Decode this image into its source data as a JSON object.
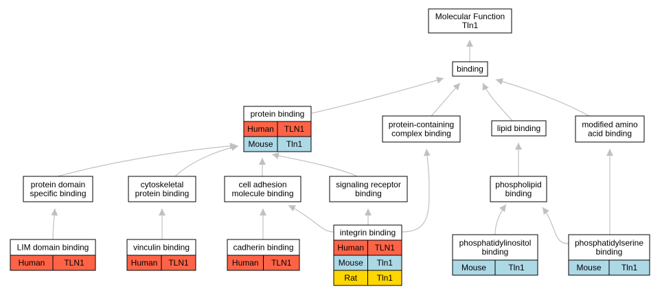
{
  "colors": {
    "edge": "#c0c0c0",
    "human": "#ff6347",
    "mouse": "#add8e6",
    "rat": "#ffd700",
    "node_fill": "#ffffff",
    "node_stroke": "#000000"
  },
  "nodes": [
    {
      "id": "mf",
      "lines": [
        "Molecular Function",
        "Tln1"
      ],
      "rows": []
    },
    {
      "id": "binding",
      "lines": [
        "binding"
      ],
      "rows": []
    },
    {
      "id": "protein_binding",
      "lines": [
        "protein binding"
      ],
      "rows": [
        [
          "Human",
          "TLN1"
        ],
        [
          "Mouse",
          "Tln1"
        ]
      ]
    },
    {
      "id": "complex_binding",
      "lines": [
        "protein-containing",
        "complex binding"
      ],
      "rows": []
    },
    {
      "id": "lipid_binding",
      "lines": [
        "lipid binding"
      ],
      "rows": []
    },
    {
      "id": "modified_aa",
      "lines": [
        "modified amino",
        "acid binding"
      ],
      "rows": []
    },
    {
      "id": "domain_specific",
      "lines": [
        "protein domain",
        "specific binding"
      ],
      "rows": []
    },
    {
      "id": "cytoskeletal",
      "lines": [
        "cytoskeletal",
        "protein binding"
      ],
      "rows": []
    },
    {
      "id": "cell_adhesion",
      "lines": [
        "cell adhesion",
        "molecule binding"
      ],
      "rows": []
    },
    {
      "id": "signaling",
      "lines": [
        "signaling receptor",
        "binding"
      ],
      "rows": []
    },
    {
      "id": "phospholipid",
      "lines": [
        "phospholipid",
        "binding"
      ],
      "rows": []
    },
    {
      "id": "lim",
      "lines": [
        "LIM domain binding"
      ],
      "rows": [
        [
          "Human",
          "TLN1"
        ]
      ]
    },
    {
      "id": "vinculin",
      "lines": [
        "vinculin binding"
      ],
      "rows": [
        [
          "Human",
          "TLN1"
        ]
      ]
    },
    {
      "id": "cadherin",
      "lines": [
        "cadherin binding"
      ],
      "rows": [
        [
          "Human",
          "TLN1"
        ]
      ]
    },
    {
      "id": "integrin",
      "lines": [
        "integrin binding"
      ],
      "rows": [
        [
          "Human",
          "TLN1"
        ],
        [
          "Mouse",
          "Tln1"
        ],
        [
          "Rat",
          "Tln1"
        ]
      ]
    },
    {
      "id": "phosphatidylinositol",
      "lines": [
        "phosphatidylinositol",
        "binding"
      ],
      "rows": [
        [
          "Mouse",
          "Tln1"
        ]
      ]
    },
    {
      "id": "phosphatidylserine",
      "lines": [
        "phosphatidylserine",
        "binding"
      ],
      "rows": [
        [
          "Mouse",
          "Tln1"
        ]
      ]
    }
  ],
  "edges": [
    {
      "from": "binding",
      "to": "mf"
    },
    {
      "from": "protein_binding",
      "to": "binding"
    },
    {
      "from": "complex_binding",
      "to": "binding"
    },
    {
      "from": "lipid_binding",
      "to": "binding"
    },
    {
      "from": "modified_aa",
      "to": "binding"
    },
    {
      "from": "domain_specific",
      "to": "protein_binding"
    },
    {
      "from": "cytoskeletal",
      "to": "protein_binding"
    },
    {
      "from": "cell_adhesion",
      "to": "protein_binding"
    },
    {
      "from": "signaling",
      "to": "protein_binding"
    },
    {
      "from": "lim",
      "to": "domain_specific"
    },
    {
      "from": "vinculin",
      "to": "cytoskeletal"
    },
    {
      "from": "cadherin",
      "to": "cell_adhesion"
    },
    {
      "from": "integrin",
      "to": "cell_adhesion"
    },
    {
      "from": "integrin",
      "to": "signaling"
    },
    {
      "from": "integrin",
      "to": "complex_binding"
    },
    {
      "from": "phospholipid",
      "to": "lipid_binding"
    },
    {
      "from": "phosphatidylinositol",
      "to": "phospholipid"
    },
    {
      "from": "phosphatidylserine",
      "to": "phospholipid"
    },
    {
      "from": "phosphatidylserine",
      "to": "modified_aa"
    }
  ]
}
